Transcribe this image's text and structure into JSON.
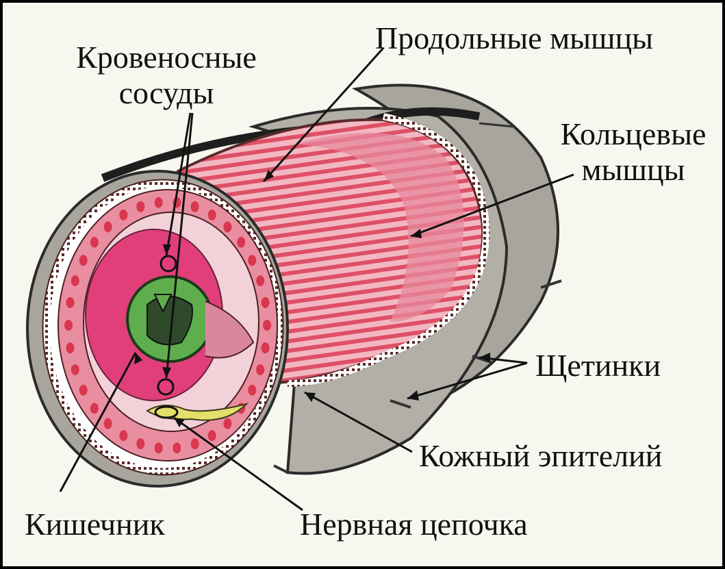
{
  "labels": {
    "blood_vessels": [
      "Кровеносные",
      "сосуды"
    ],
    "longitudinal_muscles": "Продольные мышцы",
    "circular_muscles": [
      "Кольцевые",
      "мышцы"
    ],
    "bristles": "Щетинки",
    "skin_epithelium": "Кожный эпителий",
    "nerve_chain": "Нервная цепочка",
    "intestine": "Кишечник"
  },
  "colors": {
    "background": "#f7f6ef",
    "outer_gray": "#a9a79d",
    "muscle_pink": "#e98ea0",
    "muscle_red": "#d9374f",
    "body_cavity": "#e03f7a",
    "intestine_green": "#5fae4e",
    "nerve_yellow": "#e3df6b",
    "line": "#111111"
  }
}
